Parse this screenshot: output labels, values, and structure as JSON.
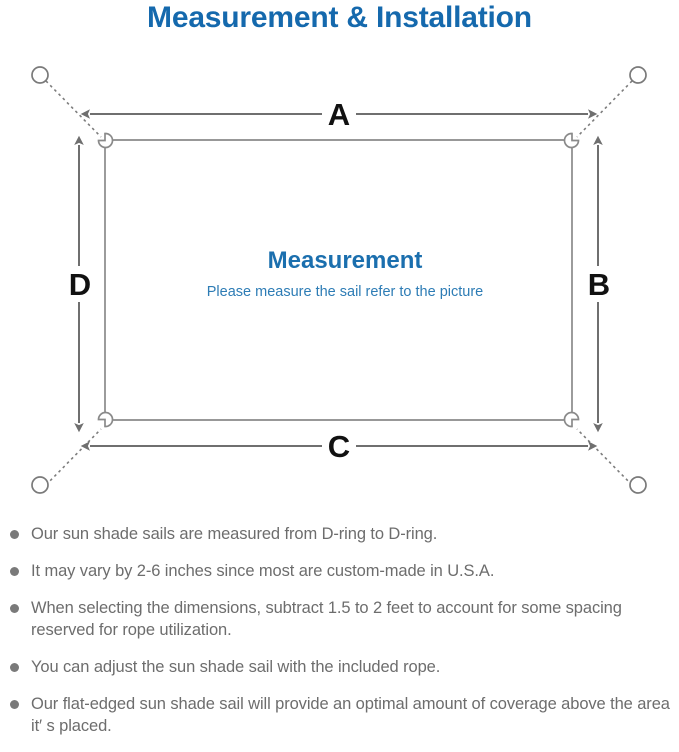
{
  "page": {
    "title": "Measurement & Installation",
    "title_color": "#1569ad",
    "background": "#ffffff"
  },
  "diagram": {
    "name": "shade-sail-measurement-diagram",
    "sail_stroke_color": "#8a8a8a",
    "arrow_color": "#6f6f6f",
    "dotted_line_color": "#7d7d7d",
    "label_color": "#111111",
    "center_title": "Measurement",
    "center_subtitle": "Please measure the sail refer to the picture",
    "center_title_color": "#1b6fae",
    "center_subtitle_color": "#2d7cb5",
    "dimension_labels": {
      "top": "A",
      "right": "B",
      "bottom": "C",
      "left": "D"
    },
    "anchor_points": [
      {
        "id": "top-left",
        "label": "anchor-circle-top-left"
      },
      {
        "id": "top-right",
        "label": "anchor-circle-top-right"
      },
      {
        "id": "bottom-left",
        "label": "anchor-circle-bottom-left"
      },
      {
        "id": "bottom-right",
        "label": "anchor-circle-bottom-right"
      }
    ],
    "d_rings": [
      {
        "id": "top-left",
        "label": "d-ring-top-left"
      },
      {
        "id": "top-right",
        "label": "d-ring-top-right"
      },
      {
        "id": "bottom-left",
        "label": "d-ring-bottom-left"
      },
      {
        "id": "bottom-right",
        "label": "d-ring-bottom-right"
      }
    ]
  },
  "notes": {
    "bullet_color": "#7a7a7a",
    "text_color": "#6d6d6d",
    "items": [
      "Our sun shade sails are measured from D-ring to D-ring.",
      "It may vary by 2-6 inches since most are custom-made in U.S.A.",
      "When selecting the dimensions, subtract 1.5 to 2 feet to account for some spacing reserved for rope utilization.",
      "You can adjust the sun shade sail with the included rope.",
      "Our flat-edged sun shade sail will provide an optimal amount of coverage above the area it′ s placed."
    ]
  }
}
